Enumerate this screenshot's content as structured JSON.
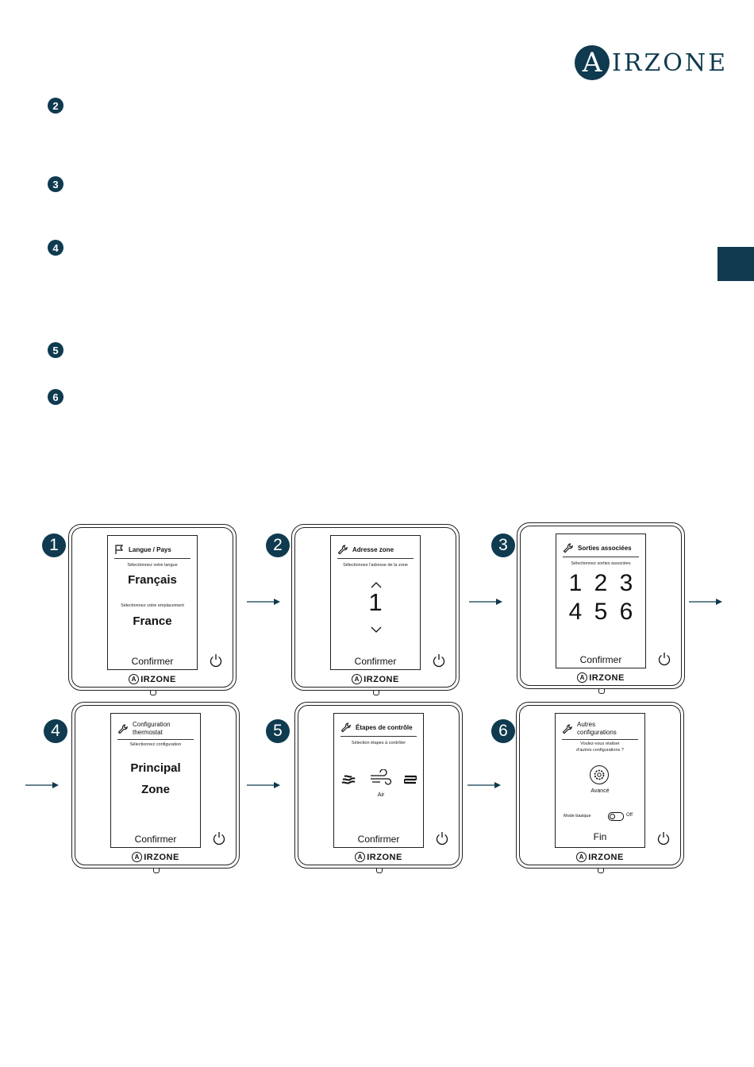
{
  "logo": {
    "mark": "A",
    "text": "IRZONE"
  },
  "bullets": [
    "2",
    "3",
    "4",
    "5",
    "6"
  ],
  "steps": [
    {
      "badge": "1",
      "title": "Langue / Pays",
      "sub1": "Sélectionnez votre langue",
      "value1": "Français",
      "sub2": "Sélectionnez votre emplacement",
      "value2": "France",
      "action": "Confirmer"
    },
    {
      "badge": "2",
      "title": "Adresse zone",
      "sub1": "Sélectionnez l'adresse de la zone",
      "value": "1",
      "action": "Confirmer"
    },
    {
      "badge": "3",
      "title": "Sorties associées",
      "sub1": "Sélectionnez sorties associées",
      "numbers": [
        "1",
        "2",
        "3",
        "4",
        "5",
        "6"
      ],
      "action": "Confirmer"
    },
    {
      "badge": "4",
      "title_line1": "Configuration",
      "title_line2": "thermostat",
      "sub1": "Sélectionnez configuration",
      "value1": "Principal",
      "value2": "Zone",
      "action": "Confirmer"
    },
    {
      "badge": "5",
      "title": "Étapes de contrôle",
      "sub1": "Sélection étapes à contrôler",
      "label": "Air",
      "action": "Confirmer"
    },
    {
      "badge": "6",
      "title_line1": "Autres",
      "title_line2": "configurations",
      "sub_line1": "Voulez-vous réaliser",
      "sub_line2": "d'autres configurations ?",
      "option": "Avancé",
      "mode_label": "Mode basique",
      "toggle": "Off",
      "action": "Fin"
    }
  ],
  "device_brand": "IRZONE",
  "colors": {
    "brand": "#0f3a4f"
  }
}
